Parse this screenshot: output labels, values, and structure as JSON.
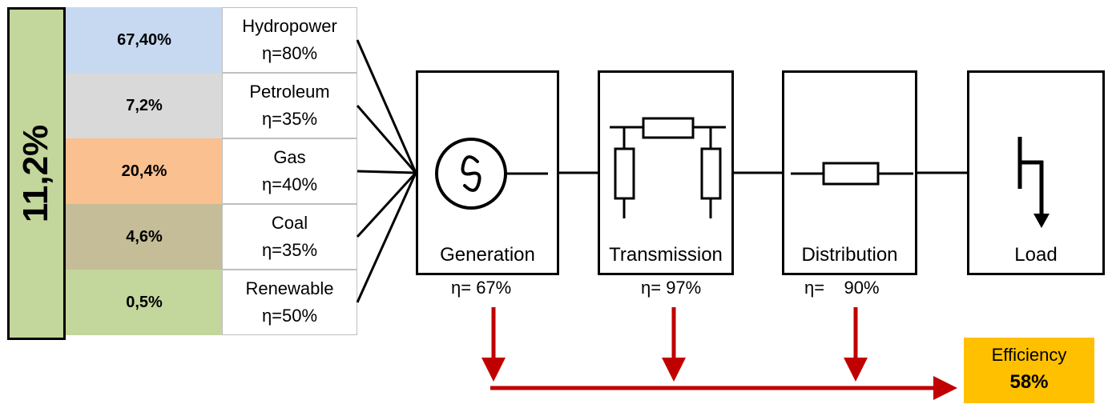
{
  "total_share": "11,2%",
  "sources": [
    {
      "share": "67,40%",
      "name": "Hydropower",
      "eta": "η=80%",
      "color": "#c6d9f1"
    },
    {
      "share": "7,2%",
      "name": "Petroleum",
      "eta": "η=35%",
      "color": "#d9d9d9"
    },
    {
      "share": "20,4%",
      "name": "Gas",
      "eta": "η=40%",
      "color": "#fac090"
    },
    {
      "share": "4,6%",
      "name": "Coal",
      "eta": "η=35%",
      "color": "#c4bd97"
    },
    {
      "share": "0,5%",
      "name": "Renewable",
      "eta": "η=50%",
      "color": "#c3d69b"
    }
  ],
  "stages": [
    {
      "name": "Generation",
      "eta": "η= 67%"
    },
    {
      "name": "Transmission",
      "eta": "η= 97%"
    },
    {
      "name": "Distribution",
      "eta": "η=    90%"
    },
    {
      "name": "Load"
    }
  ],
  "efficiency": {
    "label": "Efficiency",
    "value": "58%"
  },
  "colors": {
    "arrow": "#c00000",
    "efficiency_box": "#ffc000",
    "total_box": "#c3d69b"
  }
}
